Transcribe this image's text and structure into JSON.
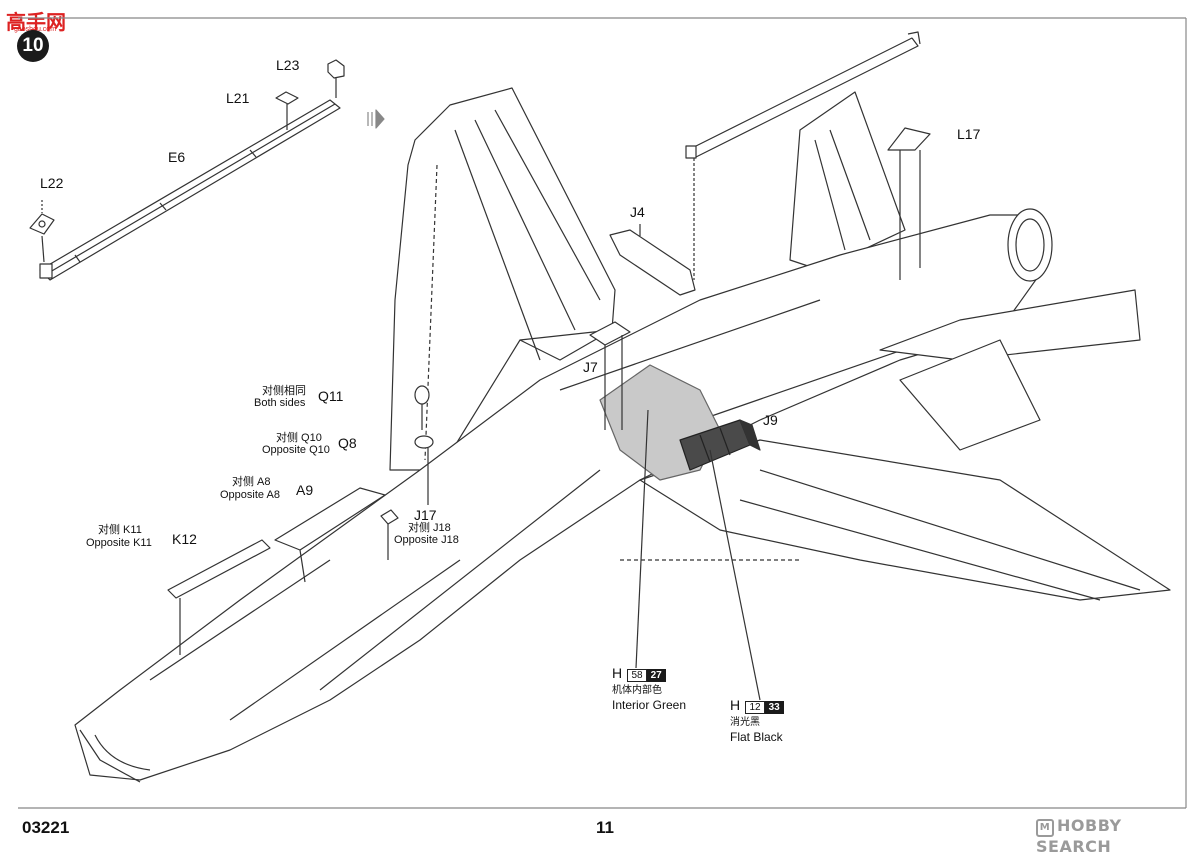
{
  "header": {
    "logo_text": "高手网",
    "logo_sub": "gaoshou.com",
    "step_number": "10"
  },
  "parts": {
    "L23": "L23",
    "L21": "L21",
    "L22": "L22",
    "E6": "E6",
    "J4": "J4",
    "L17": "L17",
    "J7": "J7",
    "J9": "J9",
    "Q11": "Q11",
    "Q8": "Q8",
    "A9": "A9",
    "K12": "K12",
    "J17": "J17"
  },
  "notes": {
    "q11_cn": "对侧相同",
    "q11_en": "Both sides",
    "q10_cn": "对侧 Q10",
    "q10_en": "Opposite Q10",
    "a8_cn": "对侧 A8",
    "a8_en": "Opposite A8",
    "k11_cn": "对侧 K11",
    "k11_en": "Opposite K11",
    "j18": "对侧 J18",
    "j18_en": "Opposite J18"
  },
  "paints": {
    "green": {
      "letter": "H",
      "code": "58",
      "num": "27",
      "cn": "机体内部色",
      "en": "Interior Green"
    },
    "black": {
      "letter": "H",
      "code": "12",
      "num": "33",
      "cn": "消光黑",
      "en": "Flat Black"
    }
  },
  "footer": {
    "kit_number": "03221",
    "page_number": "11",
    "watermark": "HOBBY SEARCH",
    "watermark_mark": "M"
  },
  "colors": {
    "interior_green": "#c9c9c9",
    "flat_black": "#4a4a4a",
    "line": "#333333"
  }
}
